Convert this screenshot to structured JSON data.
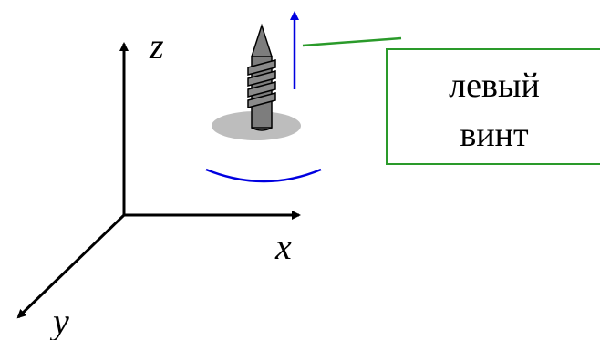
{
  "axes": {
    "z_label": "z",
    "x_label": "x",
    "y_label": "y"
  },
  "callout": {
    "line1": "левый",
    "line2": "винт"
  },
  "colors": {
    "axis": "#000000",
    "rotation_arc": "#0000e0",
    "direction_arrow": "#0000e0",
    "callout_border": "#2a9a2a",
    "leader_line": "#2a9a2a",
    "disc": "#bdbdbd",
    "screw": "#7d7d7d"
  },
  "icons": {
    "screw": "left-hand-screw-icon",
    "arrow": "upward-arrow-icon",
    "arc": "rotation-arc-icon"
  }
}
